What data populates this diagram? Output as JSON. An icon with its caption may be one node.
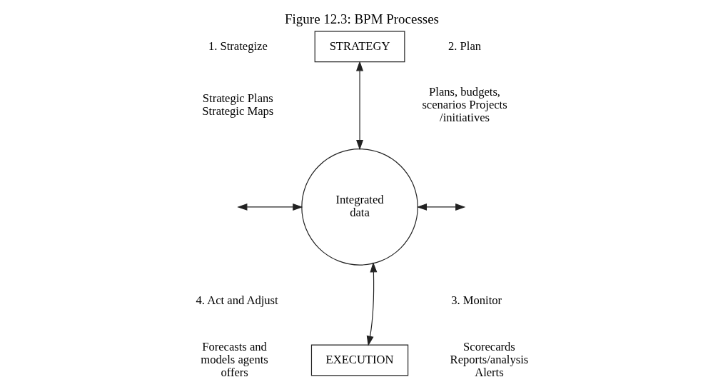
{
  "diagram": {
    "title": "Figure 12.3: BPM Processes",
    "nodes": [
      {
        "text": [
          "STRATEGY"
        ]
      },
      {
        "text": [
          "Integrated data"
        ]
      },
      {
        "text": [
          "EXECUTION"
        ]
      }
    ],
    "edges": [
      {
        "from": 0,
        "to": 1,
        "arrow": "both"
      },
      {
        "from": null,
        "to": 1,
        "arrow": "both"
      },
      {
        "from": 1,
        "to": null,
        "arrow": "both"
      },
      {
        "from": 2,
        "to": 1,
        "arrow": "both"
      }
    ],
    "labels": [
      "1. Strategize",
      "2. Plan",
      "Strategic Plans Strategic Maps",
      "Plans, budgets, scenarios Projects/initiatives",
      "4. Act and Adjust",
      "3. Monitor",
      "Scorecards Reports/analysis Alerts",
      "Forecasts and models agents offers"
    ]
  }
}
